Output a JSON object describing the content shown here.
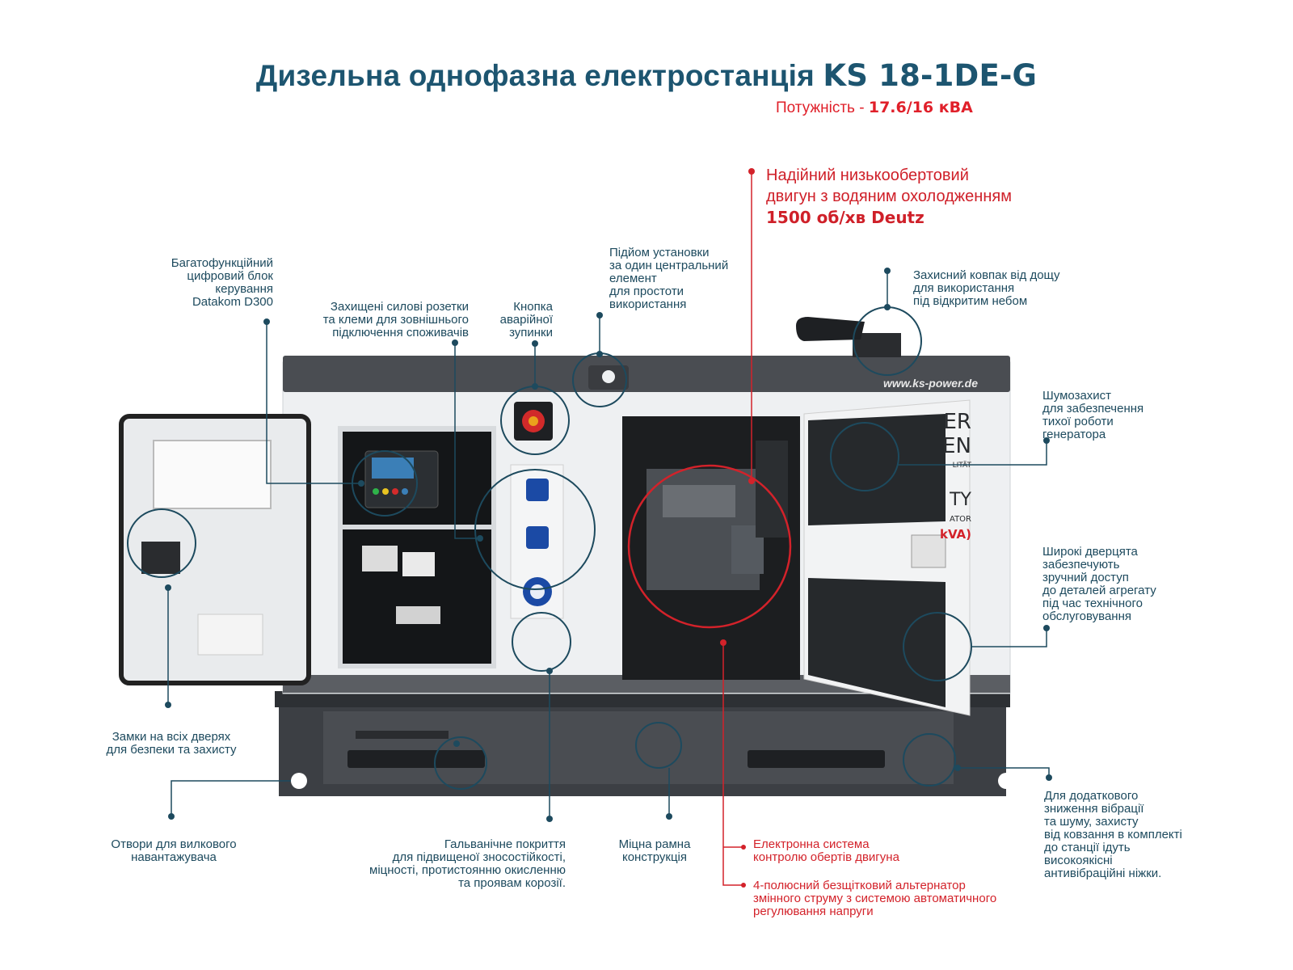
{
  "header": {
    "title_prefix": "Дизельна однофазна електростанція",
    "model": "KS 18-1DE-G",
    "power_label": "Потужність - ",
    "power_value": "17.6/16 кВА"
  },
  "engine_callout": {
    "line1": "Надійний низькообертовий",
    "line2": "двигун з водяним охолодженням",
    "line3": "1500 об/хв Deutz"
  },
  "generator_markings": {
    "website": "www.ks-power.de",
    "panel_text_1": "ER",
    "panel_text_2": "EN",
    "panel_text_3": "LITÄT",
    "panel_text_4": "TY",
    "panel_text_5": "ATOR",
    "panel_text_6": "kVA)"
  },
  "callouts": {
    "control_unit": [
      "Багатофункційний",
      "цифровий блок",
      "керування",
      "Datakom D300"
    ],
    "sockets": [
      "Захищені силові розетки",
      "та клеми для зовнішнього",
      "підключення споживачів"
    ],
    "emergency": [
      "Кнопка",
      "аварійної",
      "зупинки"
    ],
    "lifting": [
      "Підйом установки",
      "за один центральний",
      "елемент",
      "для простоти",
      "використання"
    ],
    "rain_cap": [
      "Захисний ковпак від дощу",
      "для використання",
      "під відкритим небом"
    ],
    "soundproof": [
      "Шумозахист",
      "для забезпечення",
      "тихої роботи",
      "генератора"
    ],
    "wide_doors": [
      "Широкі дверцята",
      "забезпечують",
      "зручний доступ",
      "до деталей агрегату",
      "під час технічного",
      "обслуговування"
    ],
    "locks": [
      "Замки на всіх дверях",
      "для безпеки та захисту"
    ],
    "forklift": [
      "Отвори для вилкового",
      "навантажувача"
    ],
    "galvanic": [
      "Гальванічне покриття",
      "для підвищеної зносостійкості,",
      "міцності, протистоянню окисленню",
      "та проявам корозії."
    ],
    "frame": [
      "Міцна рамна",
      "конструкція"
    ],
    "electronic": [
      "Електронна система",
      "контролю обертів двигуна"
    ],
    "alternator": [
      "4-полюсний безщітковий альтернатор",
      "змінного струму з системою автоматичного",
      "регулювання напруги"
    ],
    "antivibration": [
      "Для додаткового",
      "зниження вібрації",
      "та шуму, захисту",
      "від ковзання в комплекті",
      "до станції ідуть",
      "високоякісні",
      "антивібраційні ніжки."
    ]
  },
  "colors": {
    "teal": "#1d4a5e",
    "red": "#d3222a",
    "canopy": "#4a4d52",
    "panel_white": "#eef0f2"
  }
}
